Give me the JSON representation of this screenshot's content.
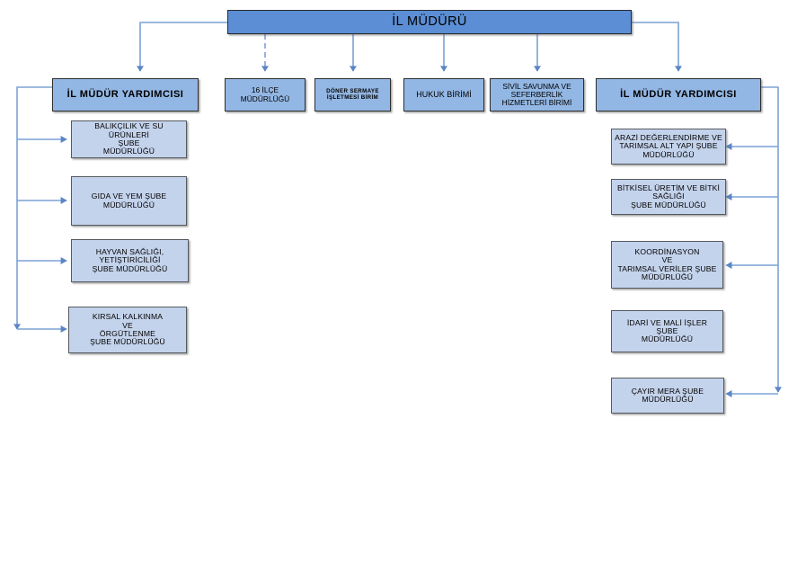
{
  "diagram": {
    "title": "Il Mudurlugu Teskilat Semasi",
    "colors": {
      "root_fill": "#5b8ed4",
      "level2_fill": "#93b7e4",
      "unit_fill": "#c4d3ec",
      "connector": "#7ba2d6",
      "border": "#3e3e3e"
    },
    "root": {
      "label": "İL MÜDÜRÜ"
    },
    "level2": [
      {
        "id": "deputy-left",
        "label": "İL MÜDÜR YARDIMCISI",
        "connector": "solid"
      },
      {
        "id": "ilce",
        "label": "16 İLÇE\nMÜDÜRLÜĞÜ",
        "connector": "dashed"
      },
      {
        "id": "doner-sermaye",
        "label": "DÖNER SERMAYE\nİŞLETMESİ BİRİM",
        "connector": "solid"
      },
      {
        "id": "hukuk",
        "label": "HUKUK  BİRİMİ",
        "connector": "solid"
      },
      {
        "id": "sivil-savunma",
        "label": "SİVİL SAVUNMA VE\nSEFERBERLİK\nHİZMETLERİ BİRİMİ",
        "connector": "solid"
      },
      {
        "id": "deputy-right",
        "label": "İL MÜDÜR YARDIMCISI",
        "connector": "solid"
      }
    ],
    "left_units": [
      {
        "id": "balikcilik",
        "label": "BALIKÇILIK VE SU ÜRÜNLERİ\nŞUBE\nMÜDÜRLÜĞÜ",
        "has_arrow": true
      },
      {
        "id": "gida-yem",
        "label": "GIDA VE YEM ŞUBE\nMÜDÜRLÜĞÜ",
        "has_arrow": true
      },
      {
        "id": "hayvan-sagligi",
        "label": "HAYVAN SAĞLIĞI,\nYETİŞTİRİCİLİĞİ\nŞUBE MÜDÜRLÜĞÜ",
        "has_arrow": true
      },
      {
        "id": "kirsal-kalkinma",
        "label": "KIRSAL KALKINMA\nVE\nÖRGÜTLENME\nŞUBE MÜDÜRLÜĞÜ",
        "has_arrow": true
      }
    ],
    "right_units": [
      {
        "id": "arazi",
        "label": "ARAZİ DEĞERLENDİRME VE\nTARIMSAL ALT YAPI ŞUBE\nMÜDÜRLÜĞÜ",
        "has_arrow": true
      },
      {
        "id": "bitkisel",
        "label": "BİTKİSEL ÜRETİM  VE BİTKİ\nSAĞLIĞI\nŞUBE MÜDÜRLÜĞÜ",
        "has_arrow": true
      },
      {
        "id": "koordinasyon",
        "label": "KOORDİNASYON\nVE\nTARIMSAL VERİLER ŞUBE\nMÜDÜRLÜĞÜ",
        "has_arrow": true
      },
      {
        "id": "idari-mali",
        "label": "İDARİ VE MALİ İŞLER\nŞUBE\nMÜDÜRLÜĞÜ",
        "has_arrow": false
      },
      {
        "id": "cayir-mera",
        "label": "ÇAYIR MERA  ŞUBE\nMÜDÜRLÜĞÜ",
        "has_arrow": true
      }
    ]
  }
}
